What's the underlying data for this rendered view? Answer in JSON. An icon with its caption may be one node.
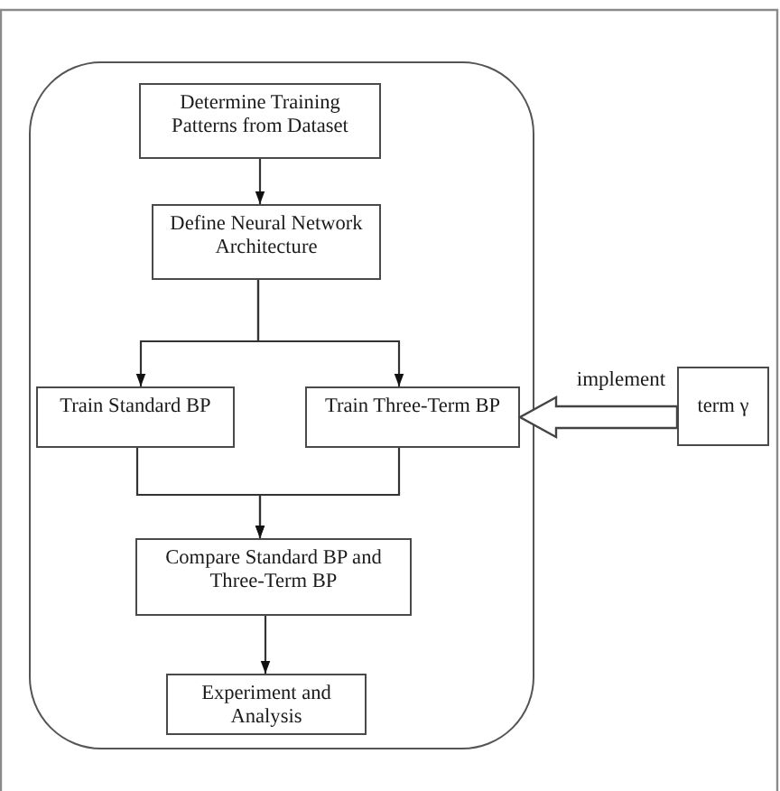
{
  "diagram": {
    "nodes": [
      {
        "text": [],
        "shape": "box"
      },
      {
        "text": [
          "Determine Training Patterns from Dataset"
        ],
        "in": 0
      },
      {
        "text": [
          "Define Neural Network Architecture"
        ],
        "in": 0
      },
      {
        "text": [
          "Train Standard BP"
        ],
        "in": 0
      },
      {
        "text": [
          "Train Three-Term BP"
        ],
        "in": 0
      },
      {
        "text": [
          "Compare Standard BP and Three-Term BP"
        ],
        "in": 0
      },
      {
        "text": [
          "Experiment and Analysis"
        ],
        "in": 0
      },
      {
        "text": [
          "term γ"
        ]
      }
    ],
    "edges": [
      {
        "from": 1,
        "to": 2,
        "arrow": "to"
      },
      {
        "from": 2,
        "to": 3,
        "arrow": "to"
      },
      {
        "from": 2,
        "to": 4,
        "arrow": "to"
      },
      {
        "from": 3,
        "to": 5,
        "arrow": "to"
      },
      {
        "from": 4,
        "to": 5,
        "arrow": "to"
      },
      {
        "from": 5,
        "to": 6,
        "arrow": "to"
      },
      {
        "from": 7,
        "to": 4,
        "arrow": "to",
        "label": "implement",
        "style": "thick"
      }
    ]
  }
}
